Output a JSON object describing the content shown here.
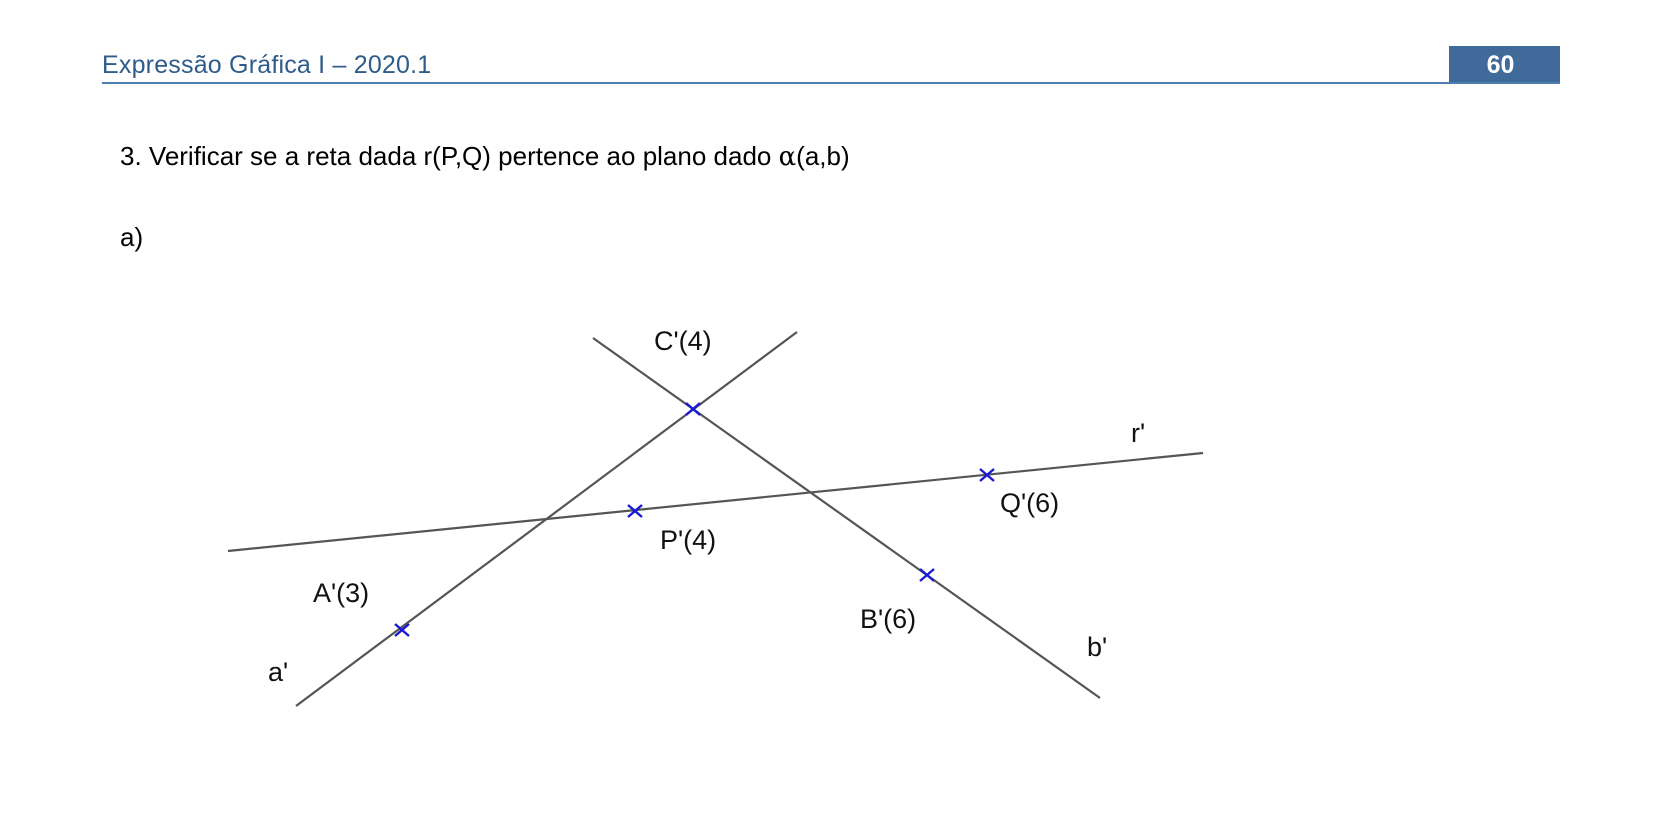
{
  "header": {
    "title": "Expressão Gráfica I – 2020.1",
    "page_number": "60",
    "accent_color": "#3f6a99",
    "title_color": "#2e5c8a"
  },
  "exercise": {
    "statement_prefix": "3. Verificar se a reta dada r(P,Q) pertence ao plano dado ",
    "alpha_symbol": "α",
    "statement_suffix": "(a,b)",
    "item": "a)"
  },
  "figure": {
    "lines": {
      "a": "a'",
      "b": "b'",
      "r": "r'"
    },
    "points": {
      "A": "A'(3)",
      "B": "B'(6)",
      "C": "C'(4)",
      "P": "P'(4)",
      "Q": "Q'(6)"
    },
    "line_color": "#555555",
    "point_marker_color": "#1a1ad6"
  }
}
